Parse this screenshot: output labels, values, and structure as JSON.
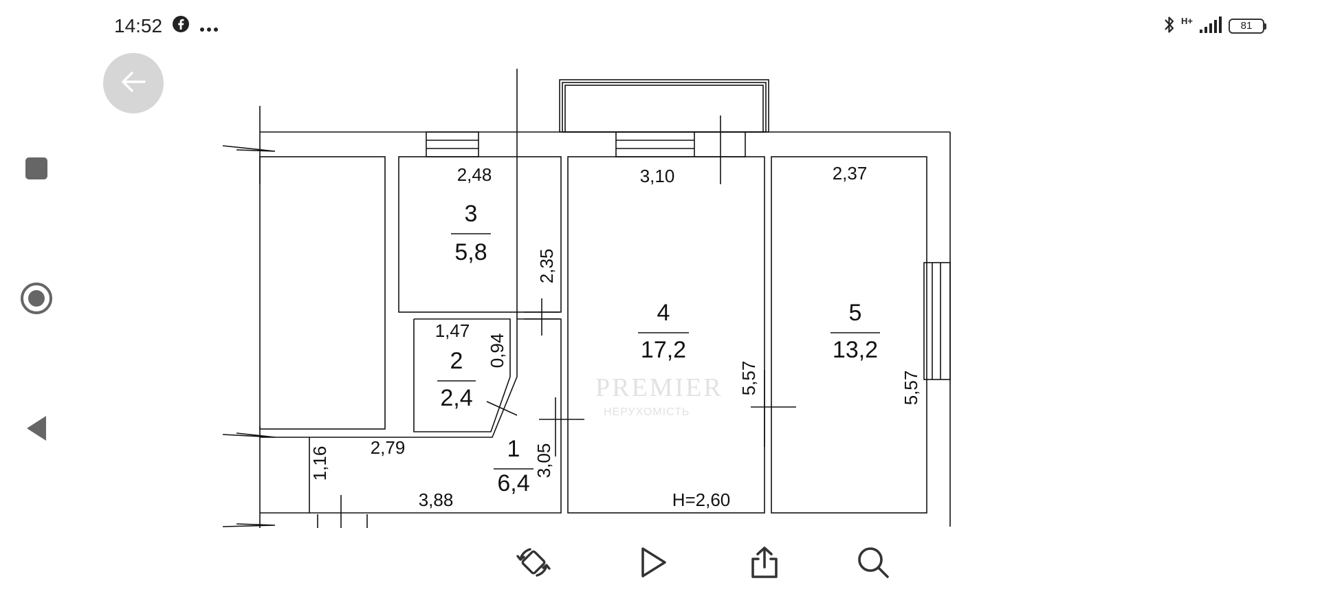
{
  "status_bar": {
    "time": "14:52",
    "network_type": "H+",
    "battery_level": "81",
    "icons": [
      "facebook-icon",
      "more-dots-icon",
      "bluetooth-icon",
      "signal-icon",
      "battery-icon"
    ]
  },
  "navigation": {
    "icons": [
      "back-arrow-icon",
      "recents-square-icon",
      "home-circle-icon",
      "back-triangle-icon"
    ]
  },
  "floor_plan": {
    "rooms": [
      {
        "number": "1",
        "area": "6,4"
      },
      {
        "number": "2",
        "area": "2,4"
      },
      {
        "number": "3",
        "area": "5,8"
      },
      {
        "number": "4",
        "area": "17,2"
      },
      {
        "number": "5",
        "area": "13,2"
      }
    ],
    "dimensions": {
      "room3_width": "2,48",
      "room4_width": "3,10",
      "room5_width": "2,37",
      "room3_height": "2,35",
      "room2_width": "1,47",
      "room2_height": "0,94",
      "corridor_width": "2,79",
      "corridor_height": "1,16",
      "corridor_bottom": "3,88",
      "room1_height": "3,05",
      "room4_height": "5,57",
      "room5_height": "5,57"
    },
    "ceiling_height": "H=2,60",
    "watermark": {
      "brand": "PREMIER",
      "subtitle": "НЕРУХОМІСТЬ"
    }
  },
  "toolbar": {
    "icons": [
      "rotate-icon",
      "play-icon",
      "share-icon",
      "search-icon"
    ]
  }
}
